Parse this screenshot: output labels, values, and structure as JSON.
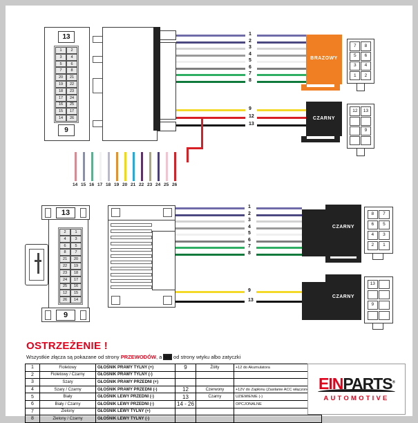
{
  "sheet": {
    "warning": {
      "title": "OSTRZEŻENIE !",
      "line_pre": "Wszystkie złącza są pokazane od strony ",
      "line_em1": "PRZEWODÓW",
      "line_mid": ", a ",
      "line_em2": "NIE",
      "line_post": " od strony wtyku albo zatyczki"
    },
    "logo": {
      "brand_first": "EIN",
      "brand_second": "PARTS",
      "registered": "®",
      "tagline": "AUTOMOTIVE"
    }
  },
  "pinout_table": {
    "rows": [
      {
        "no": "1",
        "color": "Fioletowy",
        "desc": "GŁOŚNIK PRAWY TYLNY (+)",
        "no2": "9",
        "color2": "Żółty",
        "desc2": "+12 do Akumulatora"
      },
      {
        "no": "2",
        "color": "Fioletowy / Czarny",
        "desc": "GŁOŚNIK PRAWY TYLNY  (-)",
        "no2": "",
        "color2": "",
        "desc2": ""
      },
      {
        "no": "3",
        "color": "Szary",
        "desc": "GŁOŚNIK PRAWY PRZEDNI (+)",
        "no2": "",
        "color2": "",
        "desc2": ""
      },
      {
        "no": "4",
        "color": "Szary / Czarny",
        "desc": "GŁOŚNIK PRAWY PRZEDNI (-)",
        "no2": "12",
        "color2": "Czerwony",
        "desc2": "+12V do Zapłonu (Zasilanie ACC włączone)"
      },
      {
        "no": "5",
        "color": "Biały",
        "desc": "GŁOŚNIK LEWY PRZEDNI (-)",
        "no2": "13",
        "color2": "Czarny",
        "desc2": "UZIEMIENIE (-)"
      },
      {
        "no": "6",
        "color": "Biały / Czarny",
        "desc": "GŁOŚNIK LEWY PRZEDNI (-)",
        "no2": "14 - 26",
        "color2": "",
        "desc2": "OPCJONALNE"
      },
      {
        "no": "7",
        "color": "Zielony",
        "desc": "GŁOŚNIK LEWY TYLNY (+)",
        "no2": "",
        "color2": "",
        "desc2": ""
      },
      {
        "no": "8",
        "color": "Zielony / Czarny",
        "desc": "GŁOŚNIK LEWY TYLNY (-)",
        "no2": "",
        "color2": "",
        "desc2": ""
      }
    ]
  },
  "connectors": {
    "top_left": {
      "top_pin": "13",
      "bottom_pin": "9",
      "pins": [
        "1",
        "2",
        "3",
        "4",
        "5",
        "6",
        "7",
        "8",
        "20",
        "21",
        "19",
        "22",
        "18",
        "23",
        "17",
        "24",
        "16",
        "25",
        "15",
        "17",
        "14",
        "26"
      ]
    },
    "bottom_left": {
      "top_pin": "13",
      "bottom_pin": "9",
      "pins": [
        "2",
        "1",
        "4",
        "3",
        "6",
        "5",
        "8",
        "7",
        "21",
        "20",
        "22",
        "19",
        "23",
        "18",
        "24",
        "17",
        "25",
        "16",
        "12",
        "15",
        "26",
        "14"
      ]
    },
    "brown_top": {
      "label": "BRAZOWY",
      "color": "#ef7f22",
      "pins": [
        "7",
        "8",
        "5",
        "6",
        "3",
        "4",
        "1",
        "2"
      ]
    },
    "black_top": {
      "label": "CZARNY",
      "color": "#222222",
      "pins": [
        "12",
        "13",
        "",
        "",
        "",
        "9",
        "",
        ""
      ]
    },
    "black_bottom_1": {
      "label": "CZARNY",
      "color": "#222222",
      "pins": [
        "8",
        "7",
        "6",
        "5",
        "4",
        "3",
        "2",
        "1"
      ]
    },
    "black_bottom_2": {
      "label": "CZARNY",
      "color": "#222222",
      "pins": [
        "13",
        "",
        "",
        "",
        "9",
        "",
        "",
        ""
      ]
    }
  },
  "harness_top": {
    "speaker_wires": [
      {
        "num": "1",
        "color": "#6f6ba8"
      },
      {
        "num": "2",
        "color": "#4b4780"
      },
      {
        "num": "3",
        "color": "#d2d2d2"
      },
      {
        "num": "4",
        "color": "#9a9a9a"
      },
      {
        "num": "5",
        "color": "#efefef"
      },
      {
        "num": "6",
        "color": "#7e7e7e"
      },
      {
        "num": "7",
        "color": "#2eae62"
      },
      {
        "num": "8",
        "color": "#0f7a3c"
      }
    ],
    "power_wires": [
      {
        "num": "9",
        "color": "#f5d928"
      },
      {
        "num": "12",
        "color": "#d81f26"
      },
      {
        "num": "13",
        "color": "#111111"
      }
    ]
  },
  "harness_bottom": {
    "speaker_wires": [
      {
        "num": "1",
        "color": "#6f6ba8"
      },
      {
        "num": "2",
        "color": "#4b4780"
      },
      {
        "num": "3",
        "color": "#d2d2d2"
      },
      {
        "num": "4",
        "color": "#9a9a9a"
      },
      {
        "num": "5",
        "color": "#efefef"
      },
      {
        "num": "6",
        "color": "#7e7e7e"
      },
      {
        "num": "7",
        "color": "#2eae62"
      },
      {
        "num": "8",
        "color": "#0f7a3c"
      }
    ],
    "power_wires": [
      {
        "num": "9",
        "color": "#f5d928"
      },
      {
        "num": "13",
        "color": "#111111"
      }
    ]
  },
  "optional_legend": {
    "wires": [
      {
        "num": "14",
        "color": "#d98b93"
      },
      {
        "num": "15",
        "color": "#8b8fa8"
      },
      {
        "num": "16",
        "color": "#5fae90"
      },
      {
        "num": "17",
        "color": "#f2f2f2"
      },
      {
        "num": "18",
        "color": "#b9b9c9"
      },
      {
        "num": "19",
        "color": "#e3902f"
      },
      {
        "num": "20",
        "color": "#f0d81f"
      },
      {
        "num": "21",
        "color": "#2aa8d8"
      },
      {
        "num": "22",
        "color": "#5d2f69"
      },
      {
        "num": "23",
        "color": "#a9a58c"
      },
      {
        "num": "24",
        "color": "#4a3f7a"
      },
      {
        "num": "25",
        "color": "#f2c4cf"
      },
      {
        "num": "26",
        "color": "#d81f26"
      }
    ]
  }
}
